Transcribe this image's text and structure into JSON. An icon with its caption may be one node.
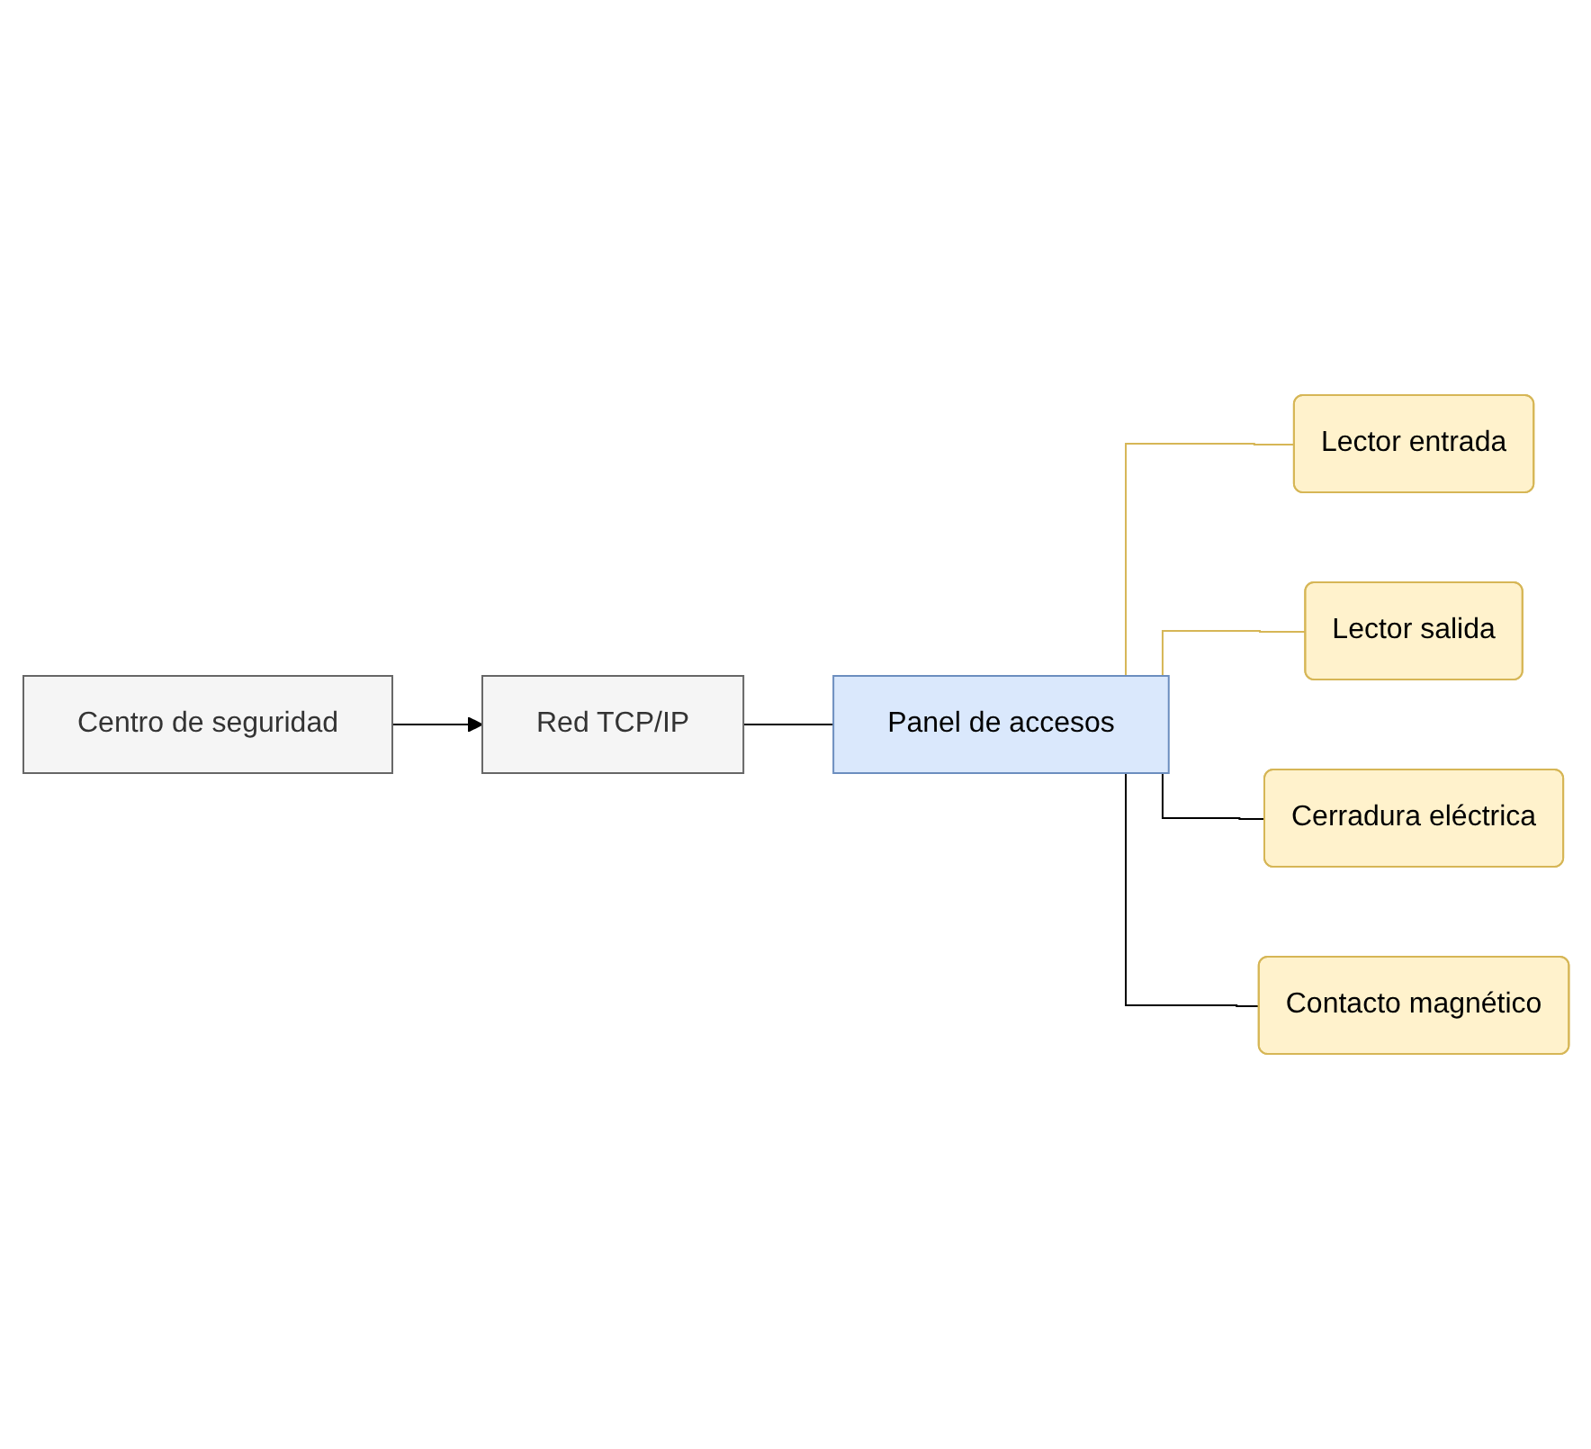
{
  "diagram": {
    "nodes": [
      {
        "text": [
          "Centro de seguridad"
        ]
      },
      {
        "text": [
          "Red TCP/IP"
        ]
      },
      {
        "text": [
          "Panel de accesos"
        ]
      },
      {
        "text": [
          "Lector entrada"
        ]
      },
      {
        "text": [
          "Lector salida"
        ]
      },
      {
        "text": [
          "Cerradura eléctrica"
        ]
      },
      {
        "text": [
          "Contacto magnético"
        ]
      }
    ],
    "edges": [
      {
        "from": 0,
        "to": 1,
        "arrow": "to"
      },
      {
        "from": 1,
        "to": 2,
        "arrow": "none"
      },
      {
        "from": 2,
        "to": 3,
        "arrow": "none",
        "color": "#d6b656"
      },
      {
        "from": 2,
        "to": 4,
        "arrow": "none",
        "color": "#d6b656"
      },
      {
        "from": 2,
        "to": 5,
        "arrow": "none"
      },
      {
        "from": 2,
        "to": 6,
        "arrow": "none"
      }
    ]
  }
}
